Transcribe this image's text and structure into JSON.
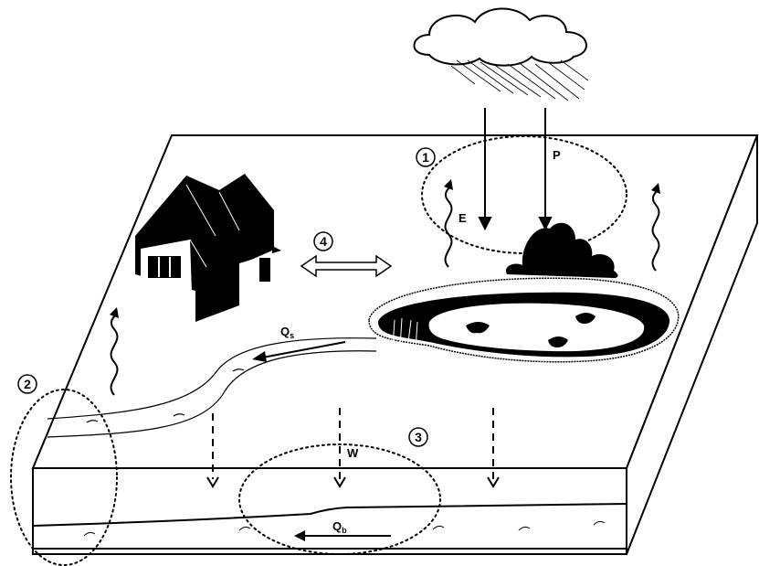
{
  "labels": {
    "precipitation": "P",
    "evaporation": "E",
    "surface_flow_main": "Q",
    "surface_flow_sub": "s",
    "percolation": "W",
    "base_flow_main": "Q",
    "base_flow_sub": "b"
  },
  "markers": [
    "1",
    "2",
    "3",
    "4"
  ],
  "icons": [
    "rain-cloud-icon",
    "house-icon",
    "bush-icon",
    "pond-icon",
    "river-icon",
    "double-arrow-icon"
  ]
}
